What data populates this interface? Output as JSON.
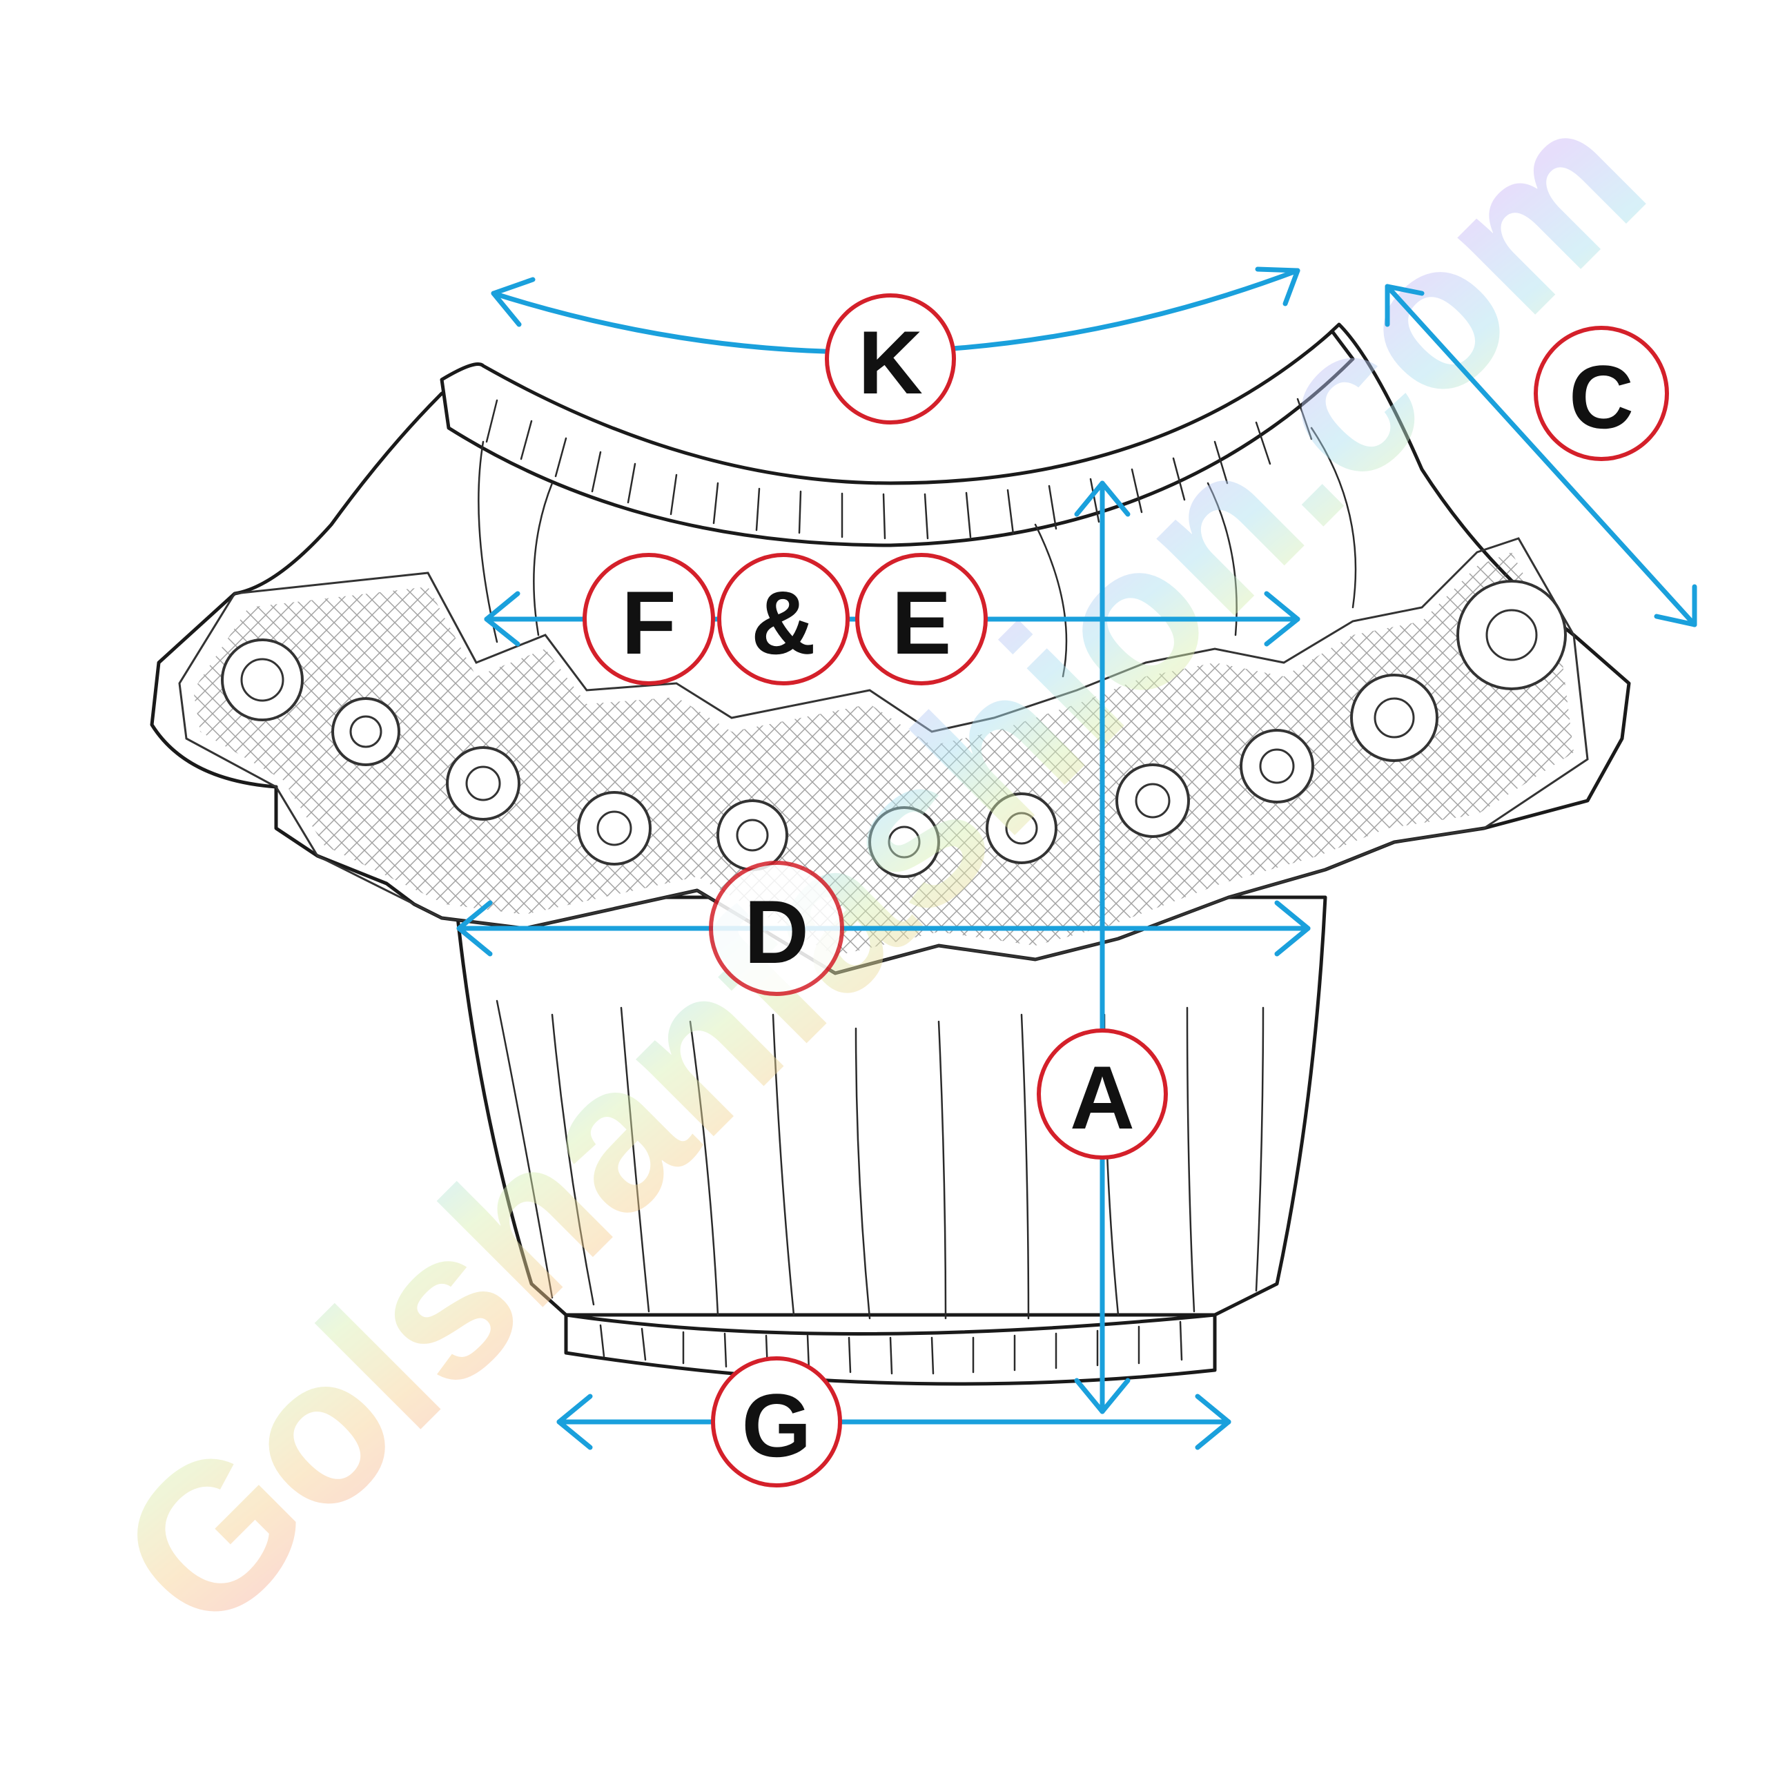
{
  "labels": {
    "k": "K",
    "c": "C",
    "f": "F",
    "amp": "&",
    "e": "E",
    "d": "D",
    "a": "A",
    "g": "G"
  },
  "watermark": "Golshanfashion.com",
  "colors": {
    "arrow": "#1aa0dc",
    "badge_border": "#d4202a",
    "outline": "#1a1a1a"
  }
}
